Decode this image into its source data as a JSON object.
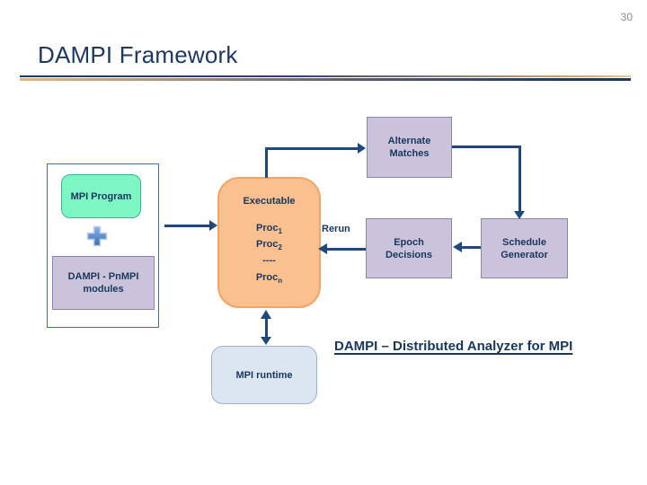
{
  "slide": {
    "number": "30",
    "title": "DAMPI Framework"
  },
  "diagram": {
    "mpi_program": {
      "label": "MPI Program"
    },
    "plus_icon": "plus",
    "dampi_modules": {
      "lines": [
        "DAMPI - PnMPI",
        "modules"
      ]
    },
    "executable": {
      "title": "Executable",
      "procs": [
        {
          "base": "Proc",
          "sub": "1"
        },
        {
          "base": "Proc",
          "sub": "2"
        },
        {
          "base": "----",
          "sub": ""
        },
        {
          "base": "Proc",
          "sub": "n"
        }
      ]
    },
    "alternate_matches": {
      "lines": [
        "Alternate",
        "Matches"
      ]
    },
    "rerun_label": "Rerun",
    "epoch_decisions": {
      "lines": [
        "Epoch",
        "Decisions"
      ]
    },
    "schedule_generator": {
      "lines": [
        "Schedule",
        "Generator"
      ]
    },
    "mpi_runtime": {
      "label": "MPI runtime"
    },
    "caption": "DAMPI – Distributed Analyzer for MPI"
  },
  "colors": {
    "title_navy": "#1F3864",
    "arrow_navy": "#1F497D",
    "box_text": "#17375E",
    "lavender_fill": "#CBC3DB",
    "lavender_border": "#8C87A5",
    "orange_fill": "#FBC090",
    "orange_border": "#F2A566",
    "mint_fill": "#7EF6C3",
    "mint_border": "#35B78F",
    "runtime_fill": "#DCE6F1",
    "runtime_border": "#9FB1C8",
    "container_border": "#41719C",
    "divider_tan": "#D8A86E",
    "page_number_gray": "#8C8C8C",
    "plus_blue": "#5B8BD0"
  }
}
